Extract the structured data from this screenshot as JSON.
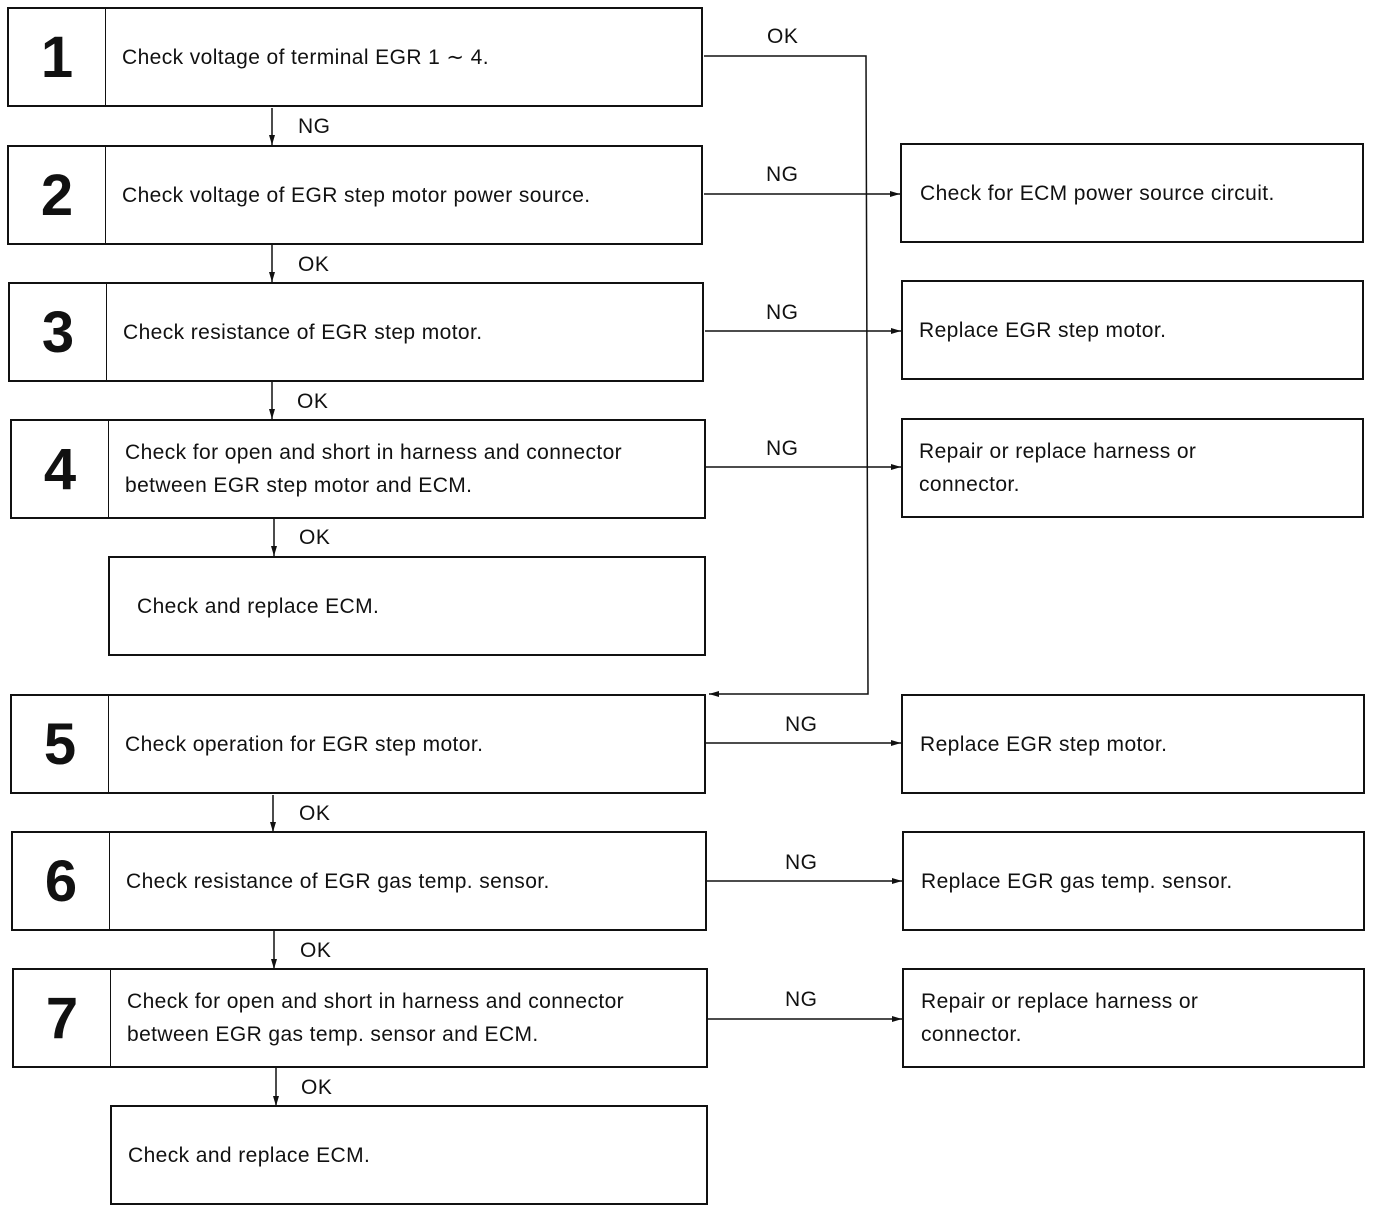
{
  "steps": [
    {
      "num": "1",
      "text": "Check voltage of terminal EGR 1 ∼ 4."
    },
    {
      "num": "2",
      "text": "Check voltage of EGR step motor power source."
    },
    {
      "num": "3",
      "text": "Check resistance of EGR step motor."
    },
    {
      "num": "4",
      "text": "Check for open and short in harness and connector between EGR step motor and ECM."
    },
    {
      "num": "5",
      "text": "Check operation for EGR step motor."
    },
    {
      "num": "6",
      "text": "Check resistance of EGR gas temp. sensor."
    },
    {
      "num": "7",
      "text": "Check for open and short in harness and connector between EGR gas temp. sensor and ECM."
    }
  ],
  "ecm_boxes": [
    "Check and replace ECM.",
    "Check and replace ECM."
  ],
  "outcomes": [
    "Check for ECM power source circuit.",
    "Replace EGR step motor.",
    "Repair or replace harness or connector.",
    "Replace EGR step motor.",
    "Replace EGR gas temp. sensor.",
    "Repair or replace harness or connector."
  ],
  "labels": {
    "s1_ok": "OK",
    "s1_down": "NG",
    "s2_down": "OK",
    "s3_down": "OK",
    "s4_down": "OK",
    "s5_down": "OK",
    "s6_down": "OK",
    "s7_down": "OK",
    "s2_right": "NG",
    "s3_right": "NG",
    "s4_right": "NG",
    "s5_right": "NG",
    "s6_right": "NG",
    "s7_right": "NG"
  }
}
